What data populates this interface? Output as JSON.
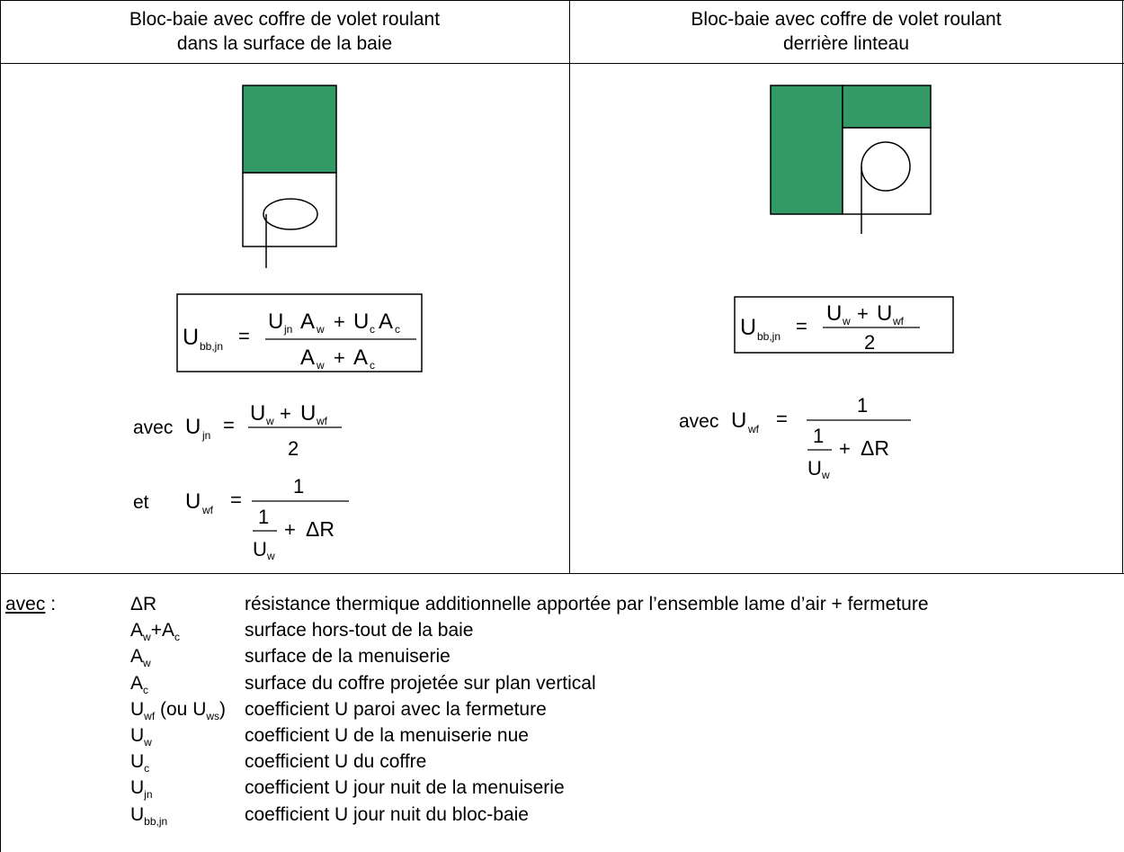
{
  "header": {
    "left_line1": "Bloc-baie avec coffre de volet roulant",
    "left_line2": "dans la surface de la baie",
    "right_line1": "Bloc-baie avec coffre de volet roulant",
    "right_line2": "derrière linteau"
  },
  "formulas": {
    "U": "U",
    "A": "A",
    "R": "R",
    "one": "1",
    "two": "2",
    "plus": "+",
    "equals": "=",
    "sub_bbjn": "bb,jn",
    "sub_jn": "jn",
    "sub_w": "w",
    "sub_c": "c",
    "sub_wf": "wf",
    "avec": "avec",
    "et": "et"
  },
  "legend": {
    "intro": "avec",
    "colon": ":",
    "items": [
      {
        "sym": "ΔR",
        "desc": "résistance thermique additionnelle apportée par l’ensemble lame d’air + fermeture"
      },
      {
        "sym": "Aw+Ac",
        "sym_main": "A",
        "sym_sub": "w",
        "sym_main2": "+A",
        "sym_sub2": "c",
        "desc": "surface hors-tout de la baie"
      },
      {
        "sym": "Aw",
        "sym_main": "A",
        "sym_sub": "w",
        "desc": "surface de la menuiserie"
      },
      {
        "sym": "Ac",
        "sym_main": "A",
        "sym_sub": "c",
        "desc": "surface du coffre projetée sur plan vertical"
      },
      {
        "sym": "Uwf (ou Uws)",
        "sym_main": "U",
        "sym_sub": "wf",
        "sym_main2": " (ou U",
        "sym_sub2": "ws",
        "sym_tail": ")",
        "desc": "coefficient U paroi avec la fermeture"
      },
      {
        "sym": "Uw",
        "sym_main": "U",
        "sym_sub": "w",
        "desc": "coefficient U de la menuiserie nue"
      },
      {
        "sym": "Uc",
        "sym_main": "U",
        "sym_sub": "c",
        "desc": "coefficient U du coffre"
      },
      {
        "sym": "Ujn",
        "sym_main": "U",
        "sym_sub": "jn",
        "desc": "coefficient U jour nuit de la menuiserie"
      },
      {
        "sym": "Ubb,jn",
        "sym_main": "U",
        "sym_sub": "bb,jn",
        "desc": "coefficient U jour nuit du bloc-baie"
      }
    ]
  },
  "colors": {
    "green": "#339966",
    "border": "#000000"
  }
}
